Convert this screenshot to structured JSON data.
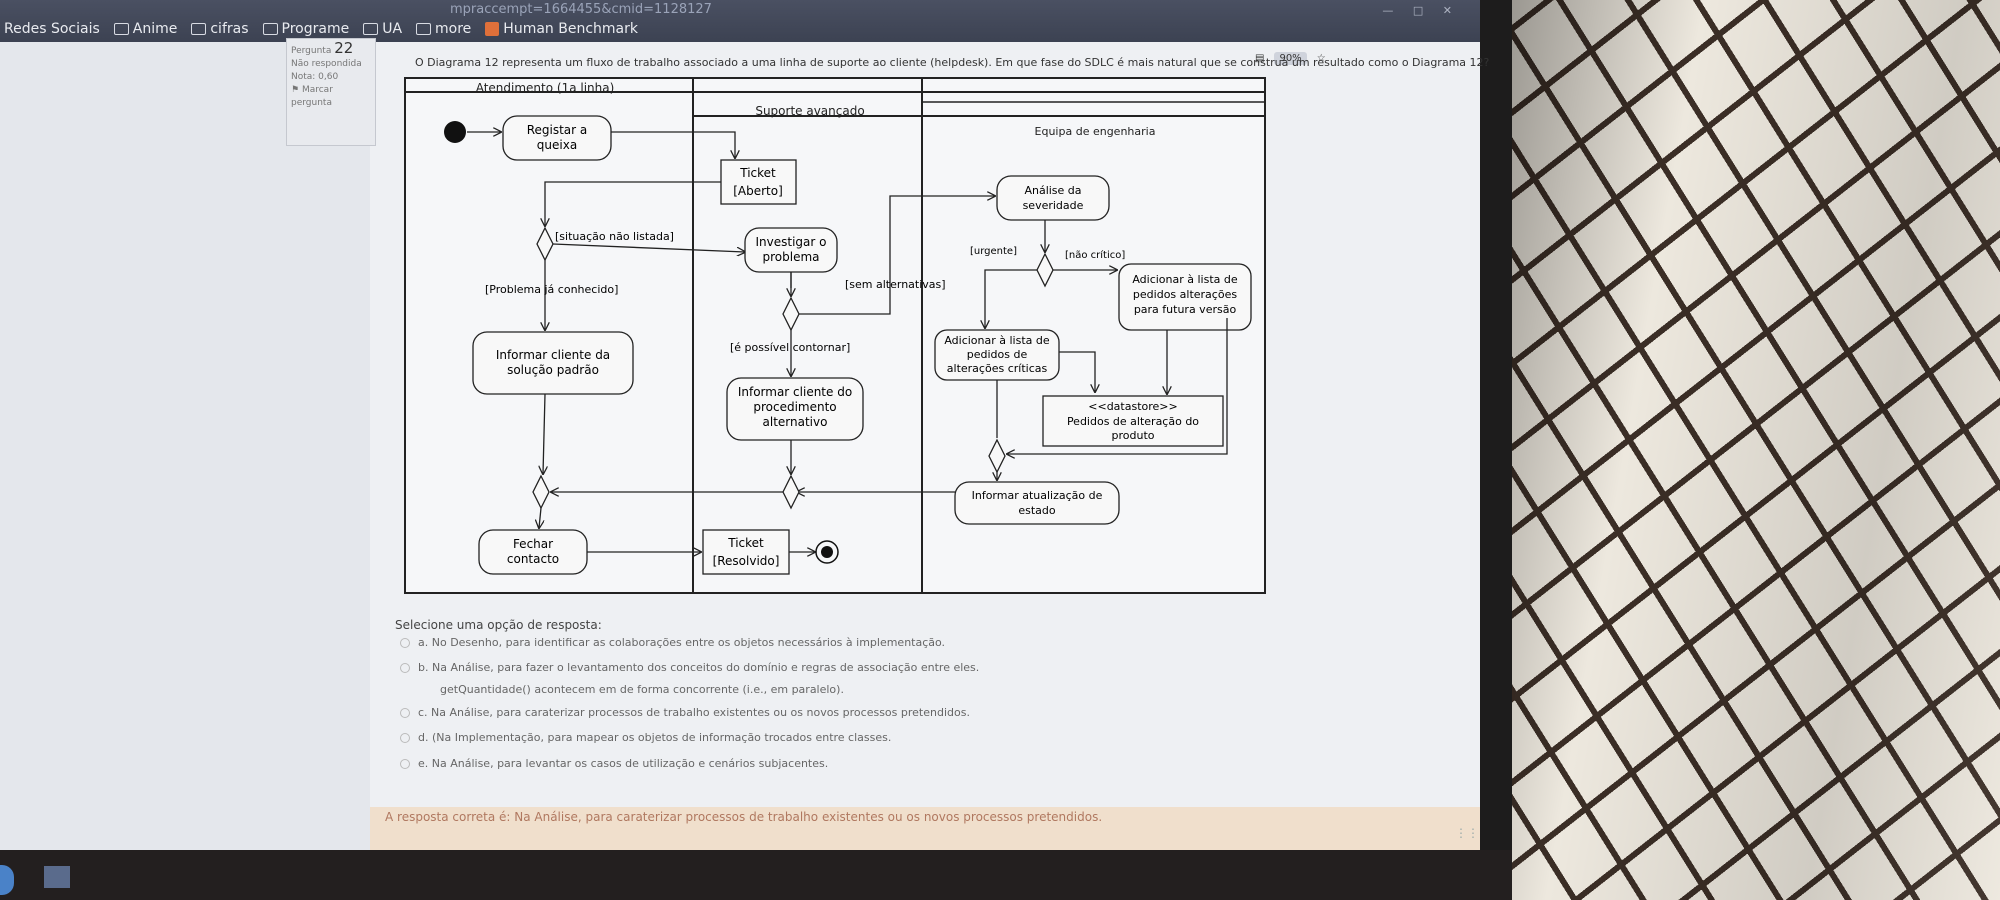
{
  "browser": {
    "url_fragment": "mpraccempt=1664455&cmid=1128127",
    "bookmarks": [
      "Redes Sociais",
      "Anime",
      "cifras",
      "Programe",
      "UA",
      "more",
      "Human Benchmark"
    ],
    "zoom": "90%"
  },
  "question_info": {
    "label": "Pergunta",
    "number": "22",
    "status": "Não respondida",
    "grade": "Nota: 0,60",
    "flag": "Marcar pergunta"
  },
  "question_text": "O Diagrama 12 representa um fluxo de trabalho associado a uma linha de suporte ao cliente (helpdesk). Em que fase do SDLC é mais natural que se construa um resultado como o Diagrama 12?",
  "diagram": {
    "lanes": [
      "Atendimento (1a linha)",
      "Suporte avançado",
      "Equipa de engenharia"
    ],
    "nodes": {
      "registar": [
        "Registar a",
        "queixa"
      ],
      "ticket_aberto": [
        "Ticket",
        "[Aberto]"
      ],
      "analise": [
        "Análise da",
        "severidade"
      ],
      "investigar": [
        "Investigar o",
        "problema"
      ],
      "adicionar_futura": [
        "Adicionar à lista de",
        "pedidos alterações",
        "para futura versão"
      ],
      "adicionar_criticas": [
        "Adicionar à lista de",
        "pedidos de",
        "alterações críticas"
      ],
      "informar_padrao": [
        "Informar cliente da",
        "solução padrão"
      ],
      "informar_alternativo": [
        "Informar cliente do",
        "procedimento",
        "alternativo"
      ],
      "datastore": [
        "<<datastore>>",
        "Pedidos de alteração do",
        "produto"
      ],
      "informar_estado": [
        "Informar atualização de",
        "estado"
      ],
      "fechar": [
        "Fechar",
        "contacto"
      ],
      "ticket_resolvido": [
        "Ticket",
        "[Resolvido]"
      ]
    },
    "guards": {
      "nao_listada": "[situação não listada]",
      "conhecido": "[Problema já conhecido]",
      "sem_alternativas": "[sem alternativas]",
      "contornar": "[é possível contornar]",
      "urgente": "[urgente]",
      "nao_critico": "[não crítico]"
    }
  },
  "answers": {
    "prompt": "Selecione uma opção de resposta:",
    "options": [
      "a.   No Desenho, para identificar as colaborações entre os objetos necessários à implementação.",
      "b.   Na Análise, para fazer o levantamento dos conceitos do domínio e regras de associação entre eles.",
      "getQuantidade() acontecem em de forma concorrente (i.e., em paralelo).",
      "c.   Na Análise, para caraterizar processos de trabalho existentes ou os novos processos pretendidos.",
      "d.   (Na Implementação, para mapear os objetos de informação trocados entre classes.",
      "e.   Na Análise, para levantar os casos de utilização e cenários subjacentes."
    ]
  },
  "feedback": "A resposta correta é: Na Análise, para caraterizar processos de trabalho existentes ou os novos processos pretendidos."
}
